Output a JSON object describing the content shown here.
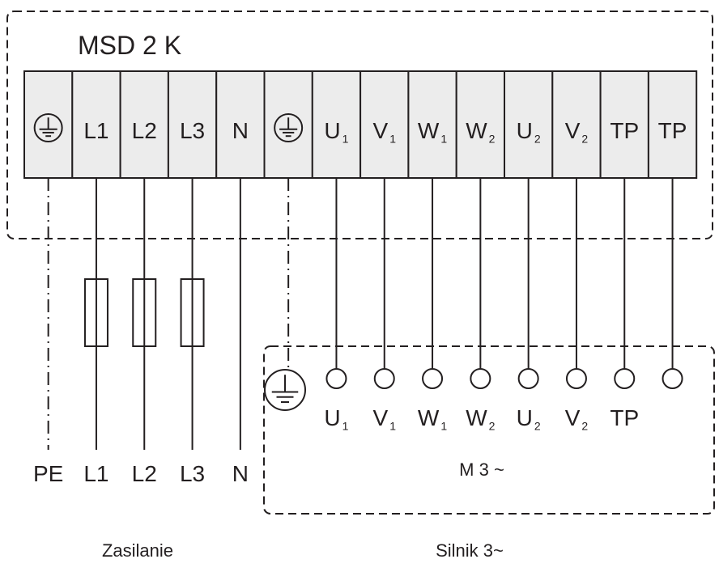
{
  "controller": {
    "title": "MSD 2 K"
  },
  "terminals": [
    {
      "label": "",
      "sub": "",
      "icon": "earth"
    },
    {
      "label": "L1",
      "sub": ""
    },
    {
      "label": "L2",
      "sub": ""
    },
    {
      "label": "L3",
      "sub": ""
    },
    {
      "label": "N",
      "sub": ""
    },
    {
      "label": "",
      "sub": "",
      "icon": "earth"
    },
    {
      "label": "U",
      "sub": "1"
    },
    {
      "label": "V",
      "sub": "1"
    },
    {
      "label": "W",
      "sub": "1"
    },
    {
      "label": "W",
      "sub": "2"
    },
    {
      "label": "U",
      "sub": "2"
    },
    {
      "label": "V",
      "sub": "2"
    },
    {
      "label": "TP",
      "sub": ""
    },
    {
      "label": "TP",
      "sub": ""
    }
  ],
  "supply": {
    "labels": [
      "PE",
      "L1",
      "L2",
      "L3",
      "N"
    ],
    "caption": "Zasilanie"
  },
  "motor": {
    "terminals": [
      {
        "label": "U",
        "sub": "1"
      },
      {
        "label": "V",
        "sub": "1"
      },
      {
        "label": "W",
        "sub": "1"
      },
      {
        "label": "W",
        "sub": "2"
      },
      {
        "label": "U",
        "sub": "2"
      },
      {
        "label": "V",
        "sub": "2"
      },
      {
        "label": "TP",
        "sub": ""
      },
      {
        "label": "",
        "sub": ""
      }
    ],
    "name": "M 3 ~",
    "caption": "Silnik 3~"
  },
  "colors": {
    "line": "#231f20",
    "terminal_fill": "#ececec"
  }
}
